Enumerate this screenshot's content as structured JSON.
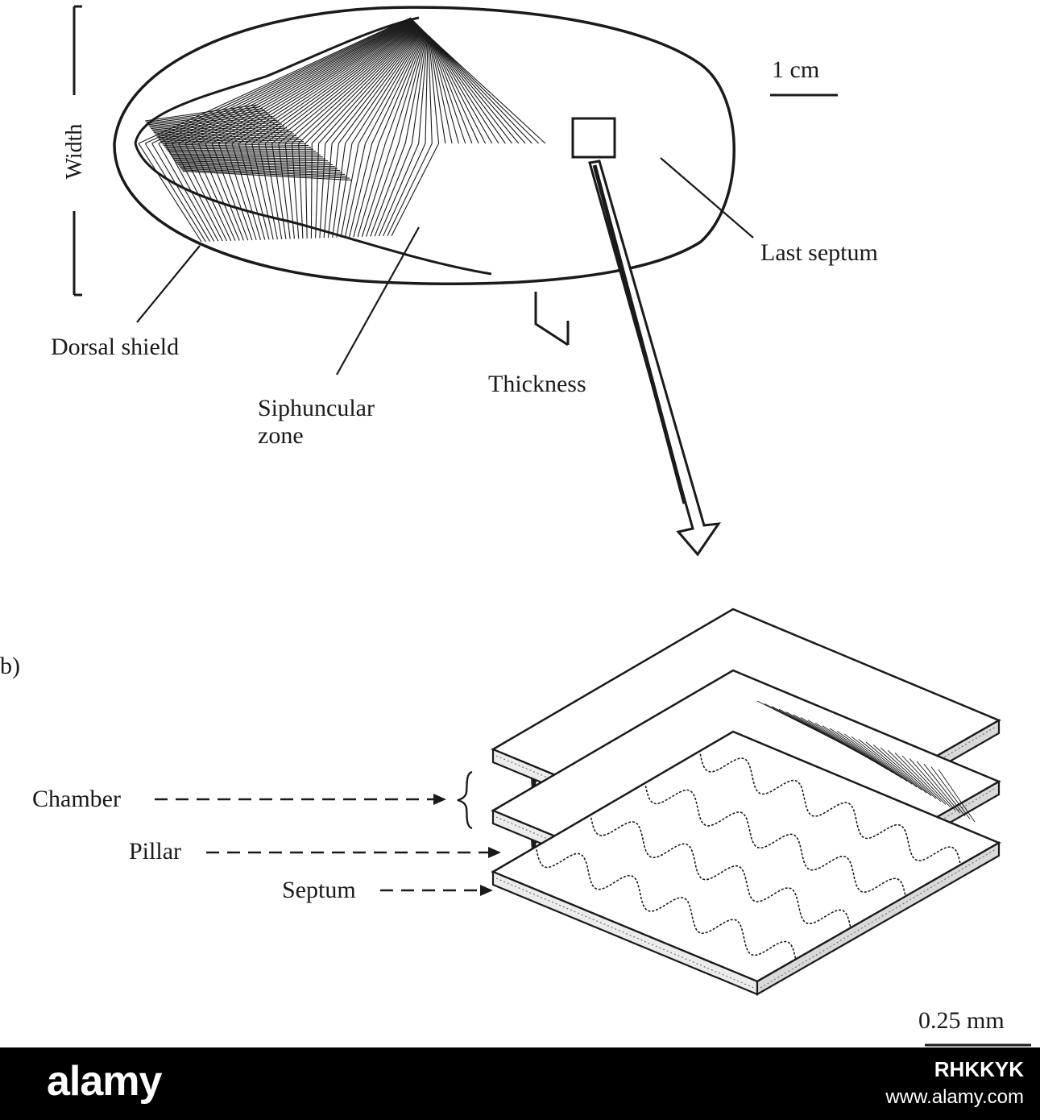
{
  "figure_a": {
    "scale_label": "1 cm",
    "width_label": "Width",
    "thickness_label": "Thickness",
    "labels": {
      "dorsal_shield": "Dorsal shield",
      "siphuncular_zone_line1": "Siphuncular",
      "siphuncular_zone_line2": "zone",
      "last_septum": "Last septum"
    }
  },
  "figure_b": {
    "panel_label": "b)",
    "scale_label": "0.25 mm",
    "labels": {
      "chamber": "Chamber",
      "pillar": "Pillar",
      "septum": "Septum"
    }
  },
  "footer": {
    "brand": "alamy",
    "image_id": "RHKKYK",
    "site": "www.alamy.com"
  },
  "colors": {
    "ink": "#1a1a1a",
    "background": "#ffffff",
    "footer": "#000000"
  }
}
